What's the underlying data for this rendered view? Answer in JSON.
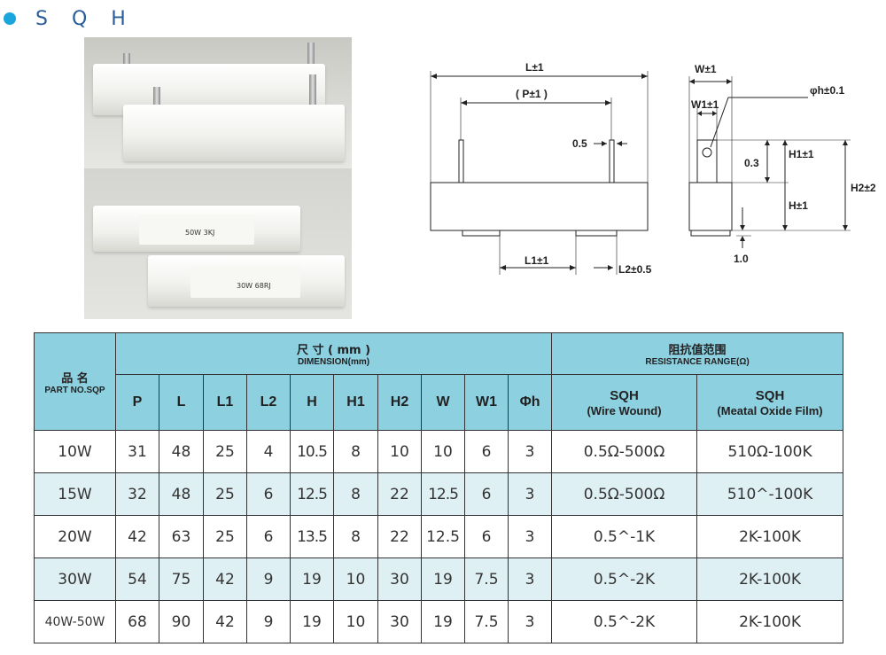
{
  "header": {
    "title": "S Q H"
  },
  "photo": {
    "markings": [
      "50W 3KJ",
      "30W 68RJ"
    ]
  },
  "diagram": {
    "labels": {
      "L": "L±1",
      "P": "( P±1 )",
      "pin_width": "0.5",
      "L1": "L1±1",
      "L2": "L2±0.5",
      "W": "W±1",
      "W1": "W1±1",
      "phi_h": "φh±0.1",
      "dim_03": "0.3",
      "H1": "H1±1",
      "H": "H±1",
      "H2": "H2±2",
      "dim_10": "1.0"
    }
  },
  "table": {
    "part_cn": "品 名",
    "part_en": "PART NO.SQP",
    "dim_cn": "尺 寸 ( mm )",
    "dim_en": "DIMENSION(mm)",
    "res_cn": "阻抗值范围",
    "res_en": "RESISTANCE RANGE(Ω)",
    "dim_columns": [
      "P",
      "L",
      "L1",
      "L2",
      "H",
      "H1",
      "H2",
      "W",
      "W1",
      "Φh"
    ],
    "res_columns": [
      {
        "name": "SQH",
        "sub": "(Wire Wound)"
      },
      {
        "name": "SQH",
        "sub": "(Meatal Oxide Film)"
      }
    ],
    "rows": [
      {
        "part": "10W",
        "dims": [
          "31",
          "48",
          "25",
          "4",
          "10.5",
          "8",
          "10",
          "10",
          "6",
          "3"
        ],
        "ww": "0.5Ω-500Ω",
        "mo": "510Ω-100K"
      },
      {
        "part": "15W",
        "dims": [
          "32",
          "48",
          "25",
          "6",
          "12.5",
          "8",
          "22",
          "12.5",
          "6",
          "3"
        ],
        "ww": "0.5Ω-500Ω",
        "mo": "510^-100K"
      },
      {
        "part": "20W",
        "dims": [
          "42",
          "63",
          "25",
          "6",
          "13.5",
          "8",
          "22",
          "12.5",
          "6",
          "3"
        ],
        "ww": "0.5^-1K",
        "mo": "2K-100K"
      },
      {
        "part": "30W",
        "dims": [
          "54",
          "75",
          "42",
          "9",
          "19",
          "10",
          "30",
          "19",
          "7.5",
          "3"
        ],
        "ww": "0.5^-2K",
        "mo": "2K-100K"
      },
      {
        "part": "40W-50W",
        "dims": [
          "68",
          "90",
          "42",
          "9",
          "19",
          "10",
          "30",
          "19",
          "7.5",
          "3"
        ],
        "ww": "0.5^-2K",
        "mo": "2K-100K"
      }
    ]
  },
  "colors": {
    "accent": "#1aa6dc",
    "title": "#2a5d9a",
    "header_bg": "#8dd0e0",
    "row_alt": "#dff0f5"
  }
}
